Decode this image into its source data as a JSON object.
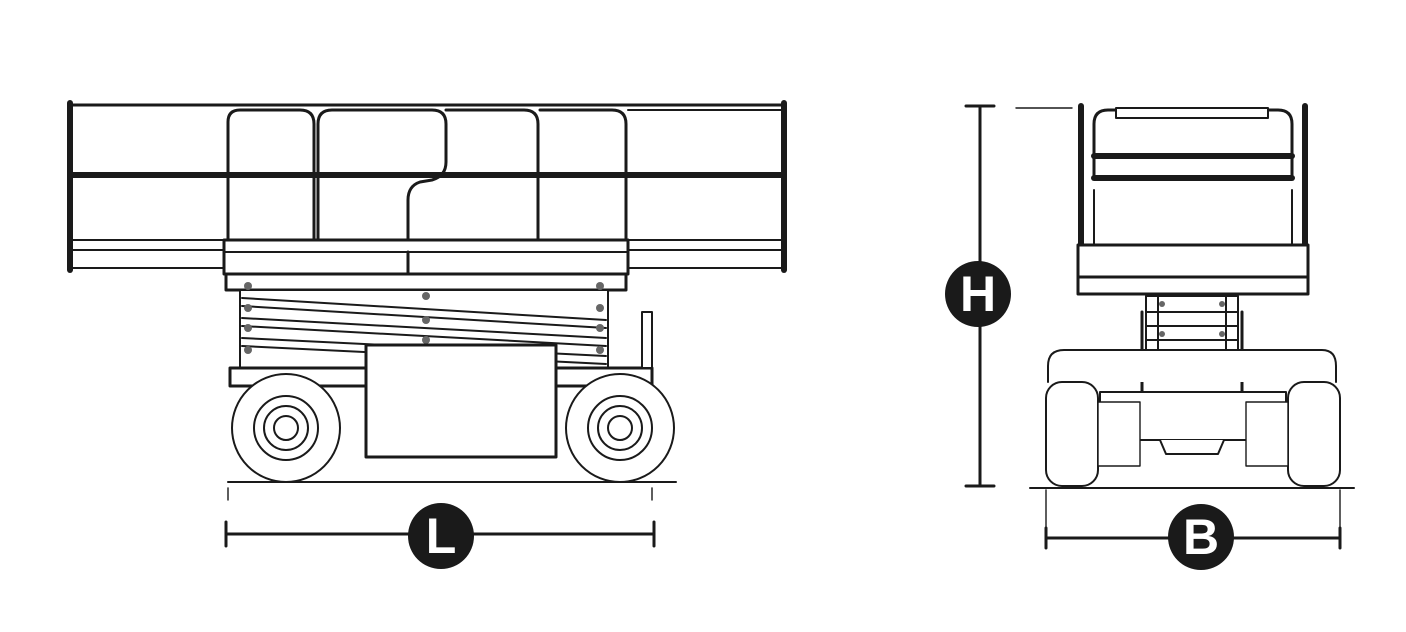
{
  "dimensions": {
    "length_label": "L",
    "height_label": "H",
    "width_label": "B"
  },
  "colors": {
    "line": "#1a1a1a",
    "badge_fill": "#1a1a1a",
    "badge_text": "#ffffff",
    "background": "#ffffff"
  },
  "views": {
    "side": "side-view-scissor-lift",
    "front": "front-view-scissor-lift"
  }
}
